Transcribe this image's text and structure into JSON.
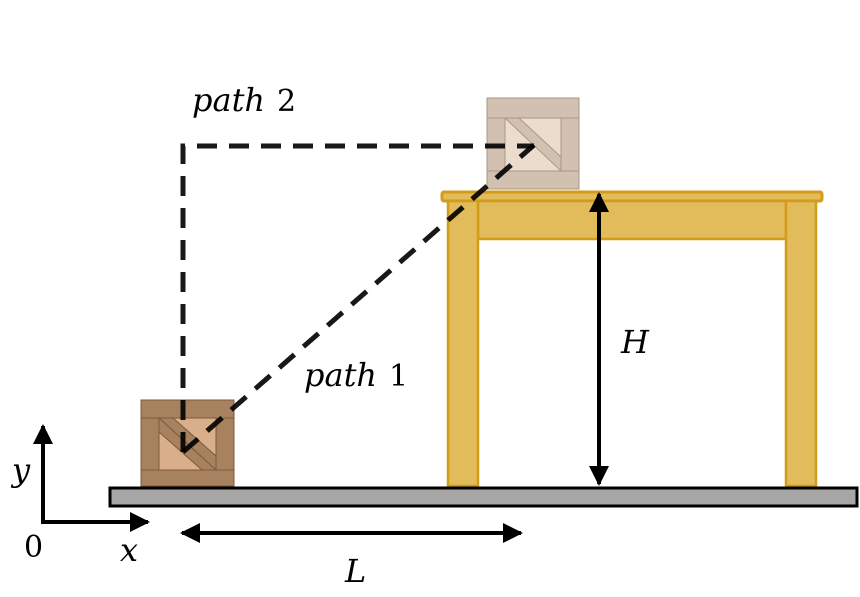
{
  "labels": {
    "path2_word": "path",
    "path2_num": "2",
    "path1_word": "path",
    "path1_num": "1",
    "height": "H",
    "length": "L",
    "y_axis": "y",
    "x_axis": "x",
    "origin": "0"
  },
  "colors": {
    "ground_fill": "#a8a5a5",
    "table_fill": "#e2bb5a",
    "table_stroke": "#d29b18",
    "crate_lower_dark": "#a8825f",
    "crate_lower_light": "#d9ae8a",
    "crate_upper_dark": "#d2c1b1",
    "crate_upper_light": "#ecdccd",
    "line": "#000000"
  }
}
